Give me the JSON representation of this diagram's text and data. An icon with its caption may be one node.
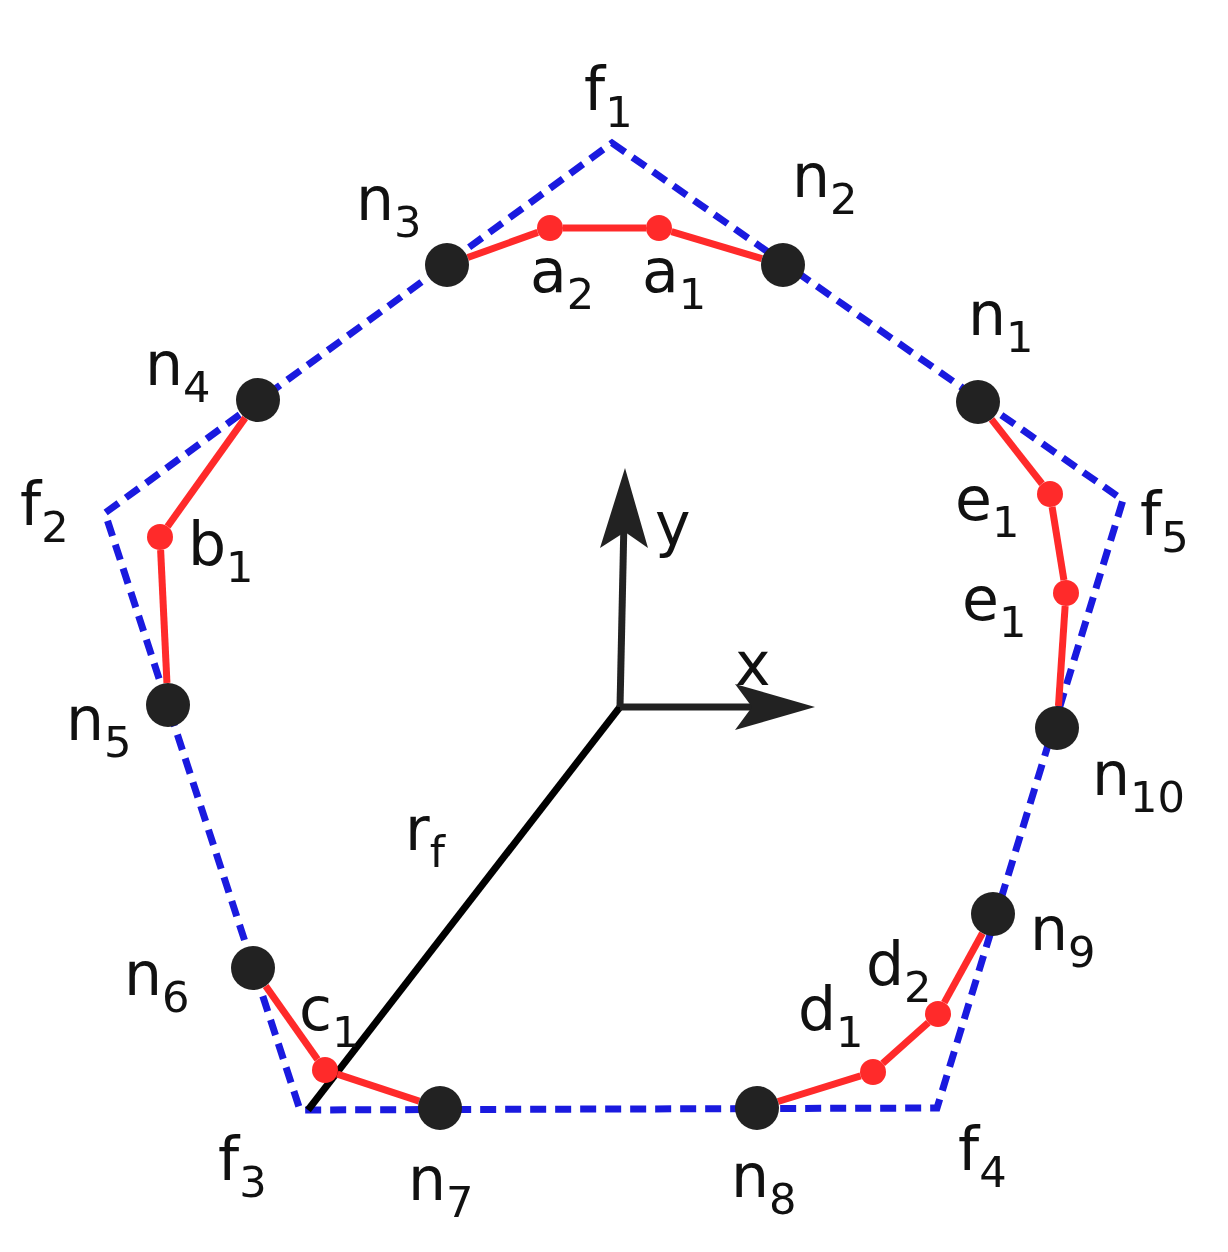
{
  "diagram": {
    "nodes": [
      {
        "text": [],
        "shape": "circle",
        "beside": [
          "a$_{2}$"
        ]
      },
      {
        "text": [],
        "shape": "circle",
        "beside": [
          "a$_{1}$"
        ]
      },
      {
        "text": [],
        "shape": "circle",
        "beside": [
          "n$_{3}$"
        ]
      },
      {
        "text": [],
        "shape": "circle",
        "beside": [
          "n$_{2}$"
        ]
      },
      {
        "text": [],
        "shape": "circle",
        "beside": [
          "n$_{4}$"
        ]
      },
      {
        "text": [],
        "shape": "circle",
        "beside": [
          "n$_{1}$"
        ]
      },
      {
        "text": [],
        "shape": "circle",
        "beside": [
          "e$_{1}$"
        ]
      },
      {
        "text": [],
        "shape": "circle",
        "beside": [
          "b$_{1}$"
        ]
      },
      {
        "text": [],
        "shape": "circle",
        "beside": [
          "e$_{1}$"
        ]
      },
      {
        "text": [],
        "shape": "circle",
        "beside": [
          "n$_{5}$"
        ]
      },
      {
        "text": [],
        "shape": "circle",
        "beside": [
          "n$_{10}$"
        ]
      },
      {
        "text": [],
        "shape": "circle",
        "beside": [
          "n$_{9}$"
        ]
      },
      {
        "text": [],
        "shape": "circle",
        "beside": [
          "n$_{6}$"
        ]
      },
      {
        "text": [],
        "shape": "circle",
        "beside": [
          "d$_{2}$"
        ]
      },
      {
        "text": [],
        "shape": "circle",
        "beside": [
          "c$_{1}$"
        ]
      },
      {
        "text": [],
        "shape": "circle",
        "beside": [
          "d$_{1}$"
        ]
      },
      {
        "text": [],
        "shape": "circle",
        "beside": [
          "n$_{7}$"
        ]
      },
      {
        "text": [],
        "shape": "circle",
        "beside": [
          "n$_{8}$"
        ]
      }
    ],
    "edges": [
      {
        "from": 2,
        "to": 0,
        "arrow": "none"
      },
      {
        "from": 0,
        "to": 1,
        "arrow": "none"
      },
      {
        "from": 1,
        "to": 3,
        "arrow": "none"
      },
      {
        "from": 4,
        "to": 7,
        "arrow": "none"
      },
      {
        "from": 7,
        "to": 9,
        "arrow": "none"
      },
      {
        "from": 12,
        "to": 14,
        "arrow": "none"
      },
      {
        "from": 14,
        "to": 16,
        "arrow": "none"
      },
      {
        "from": 17,
        "to": 15,
        "arrow": "none"
      },
      {
        "from": 15,
        "to": 13,
        "arrow": "none"
      },
      {
        "from": 13,
        "to": 11,
        "arrow": "none"
      },
      {
        "from": 5,
        "to": 6,
        "arrow": "none"
      },
      {
        "from": 6,
        "to": 8,
        "arrow": "none"
      },
      {
        "from": 8,
        "to": 10,
        "arrow": "none"
      }
    ],
    "labels": [
      "f$_{1}$",
      "y",
      "f$_{2}$",
      "f$_{5}$",
      "x",
      "r$_{f}$",
      "f$_{4}$",
      "f$_{3}$"
    ]
  }
}
